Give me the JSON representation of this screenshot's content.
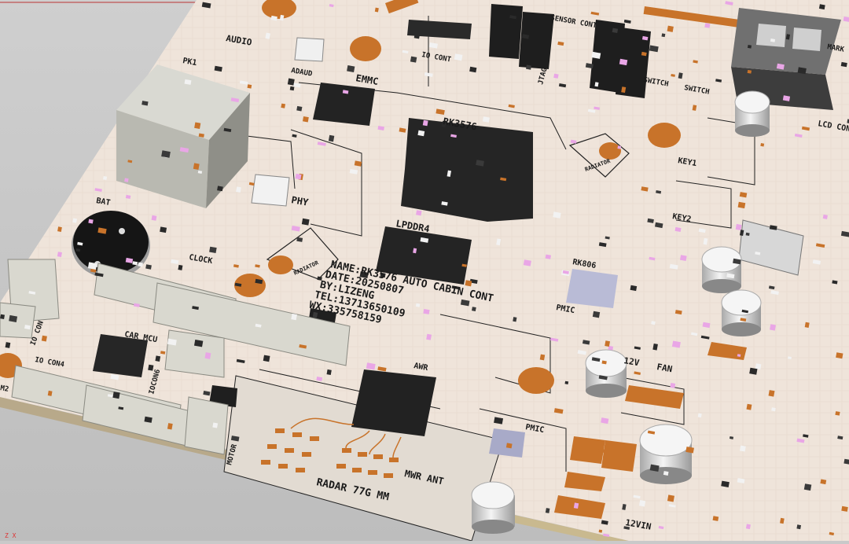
{
  "viewer": {
    "background": "#c6c6c6",
    "axis_indicator": "Z X"
  },
  "board": {
    "substrate_color": "#efe4da",
    "copper_color": "#c8732a",
    "silk_color": "#1a1a1a",
    "labels": {
      "audio": "AUDIO",
      "adaud": "ADAUD",
      "emmc": "EMMC",
      "soc": "RK3576",
      "io_cont": "IO CONT",
      "jtag": "JTAG",
      "sensor_cont": "SENSOR CONT",
      "switch1": "SWITCH",
      "switch2": "SWITCH",
      "lcd_con": "LCD CON",
      "key1": "KEY1",
      "key2": "KEY2",
      "radiator1": "RADIATOR",
      "radiator2": "RADIATOR",
      "lpddr4": "LPDDR4",
      "phy": "PHY",
      "bat": "BAT",
      "clock": "CLOCK",
      "rk806": "RK806",
      "pmic1": "PMIC",
      "pmic2": "PMIC",
      "v12": "12V",
      "fan": "FAN",
      "awr": "AWR",
      "car_mcu": "CAR MCU",
      "io_con4": "IO CON4",
      "io_con": "IO CON",
      "iocon6": "IOCON6",
      "motor": "MOTOR",
      "mwr_ant": "MWR ANT",
      "radar": "RADAR  77G MM",
      "vin12": "12VIN",
      "pk1": "PK1",
      "mark": "MARK",
      "m2": "M2"
    },
    "info_block": [
      "NAME:RK3576 AUTO CABIN CONT",
      "DATE:20250807",
      "BY:LIZENG",
      "TEL:13713650109",
      "WX:335758159"
    ]
  }
}
